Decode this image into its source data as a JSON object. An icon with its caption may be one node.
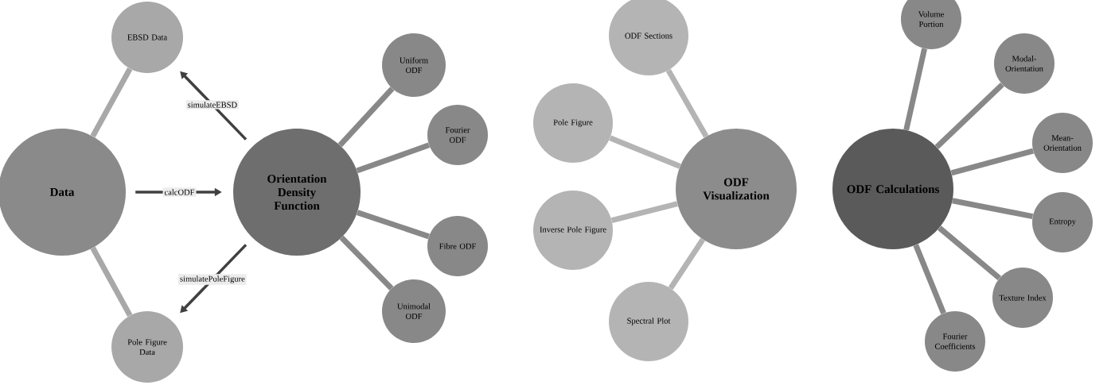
{
  "diagram": {
    "nodes": [
      {
        "text": [
          "Data"
        ]
      },
      {
        "text": [
          "EBSD Data"
        ]
      },
      {
        "text": [
          "Pole Figure Data"
        ]
      },
      {
        "text": [
          "Orientation Density Function"
        ]
      },
      {
        "text": [
          "Uniform ODF"
        ]
      },
      {
        "text": [
          "Fourier ODF"
        ]
      },
      {
        "text": [
          "Fibre ODF"
        ]
      },
      {
        "text": [
          "Unimodal ODF"
        ]
      },
      {
        "text": [
          "ODF Sections"
        ]
      },
      {
        "text": [
          "Pole Figure"
        ]
      },
      {
        "text": [
          "Inverse Pole Figure"
        ]
      },
      {
        "text": [
          "Spectral Plot"
        ]
      },
      {
        "text": [
          "ODF Visualization"
        ]
      },
      {
        "text": [
          "ODF Calculations"
        ]
      },
      {
        "text": [
          "Volume Portion"
        ]
      },
      {
        "text": [
          "Modal-Orientation"
        ]
      },
      {
        "text": [
          "Mean-Orientation"
        ]
      },
      {
        "text": [
          "Entropy"
        ]
      },
      {
        "text": [
          "Texture Index"
        ]
      },
      {
        "text": [
          "Fourier Coefficients"
        ]
      }
    ],
    "edges": [
      {
        "from": 0,
        "to": 1,
        "arrow": "none"
      },
      {
        "from": 0,
        "to": 2,
        "arrow": "none"
      },
      {
        "from": 3,
        "to": 1,
        "arrow": "to",
        "label": "simulateEBSD",
        "color": "#404040"
      },
      {
        "from": 0,
        "to": 3,
        "arrow": "to",
        "label": "calcODF",
        "color": "#404040"
      },
      {
        "from": 3,
        "to": 2,
        "arrow": "to",
        "label": "simulatePoleFigure",
        "color": "#404040"
      },
      {
        "from": 3,
        "to": 4,
        "arrow": "none"
      },
      {
        "from": 3,
        "to": 5,
        "arrow": "none"
      },
      {
        "from": 3,
        "to": 6,
        "arrow": "none"
      },
      {
        "from": 3,
        "to": 7,
        "arrow": "none"
      },
      {
        "from": 12,
        "to": 8,
        "arrow": "none"
      },
      {
        "from": 12,
        "to": 9,
        "arrow": "none"
      },
      {
        "from": 12,
        "to": 10,
        "arrow": "none"
      },
      {
        "from": 12,
        "to": 11,
        "arrow": "none"
      },
      {
        "from": 13,
        "to": 14,
        "arrow": "none"
      },
      {
        "from": 13,
        "to": 15,
        "arrow": "none"
      },
      {
        "from": 13,
        "to": 16,
        "arrow": "none"
      },
      {
        "from": 13,
        "to": 17,
        "arrow": "none"
      },
      {
        "from": 13,
        "to": 18,
        "arrow": "none"
      },
      {
        "from": 13,
        "to": 19,
        "arrow": "none"
      }
    ]
  }
}
